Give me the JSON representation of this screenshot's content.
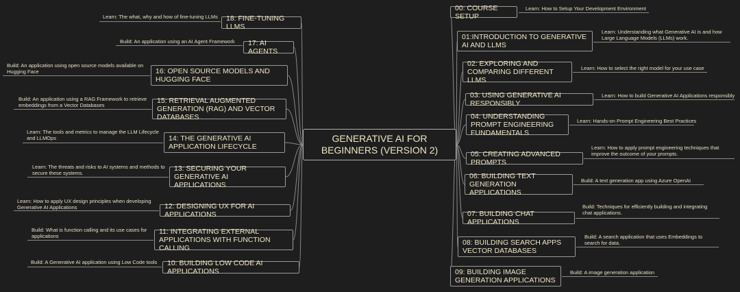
{
  "central_topic": "GENERATIVE AI FOR BEGINNERS (VERSION 2)",
  "colors": {
    "background": "#1e1e1e",
    "text": "#efe7c6",
    "border": "#9a9a9a",
    "line": "#8a8a8a"
  },
  "lessons": [
    {
      "id": "l00",
      "label": "00:  COURSE SETUP",
      "note": "Learn: How to Setup Your Development Environment"
    },
    {
      "id": "l01",
      "label": "01:INTRODUCTION TO GENERATIVE AI AND LLMS",
      "note": "Learn: Understanding what Generative AI is and how Large Language Models (LLMs) work."
    },
    {
      "id": "l02",
      "label": "02:  EXPLORING AND COMPARING DIFFERENT LLMS",
      "note": "Learn: How to select the right model for your use case"
    },
    {
      "id": "l03",
      "label": "03:   USING GENERATIVE AI RESPONSIBLY",
      "note": "Learn: How to build Generative AI Applications responsibly"
    },
    {
      "id": "l04",
      "label": "04:  UNDERSTANDING PROMPT ENGINEERING FUNDAMENTALS",
      "note": "Learn: Hands-on Prompt Engineering Best Practices"
    },
    {
      "id": "l05",
      "label": "05:  CREATING ADVANCED PROMPTS",
      "note": "Learn: How to apply prompt engineering techniques that improve the outcome of your prompts."
    },
    {
      "id": "l06",
      "label": "06:  BUILDING TEXT GENERATION APPLICATIONS",
      "note": "Build: A text generation app using Azure OpenAI"
    },
    {
      "id": "l07",
      "label": "07:  BUILDING CHAT APPLICATIONS",
      "note": "Build: Techniques for efficiently building and integrating chat applications."
    },
    {
      "id": "l08",
      "label": "08:  BUILDING SEARCH APPS VECTOR DATABASES",
      "note": "Build: A search application that uses Embeddings to search for data."
    },
    {
      "id": "l09",
      "label": "09:  BUILDING IMAGE GENERATION APPLICATIONS",
      "note": "Build: A image generation application"
    },
    {
      "id": "l10",
      "label": "10:  BUILDING LOW CODE AI APPLICATIONS",
      "note": "Build: A Generative AI application using Low Code tools"
    },
    {
      "id": "l11",
      "label": "11:  INTEGRATING EXTERNAL APPLICATIONS WITH FUNCTION CALLING",
      "note": "Build: What is function calling and its use cases for applications"
    },
    {
      "id": "l12",
      "label": "12:  DESIGNING UX FOR AI APPLICATIONS",
      "note": "Learn: How to apply UX design principles when developing Generative AI Applications"
    },
    {
      "id": "l13",
      "label": "13:  SECURING YOUR GENERATIVE AI APPLICATIONS",
      "note": "Learn: The threats and risks to AI systems and methods to secure these systems."
    },
    {
      "id": "l14",
      "label": "14:  THE GENERATIVE AI APPLICATION LIFECYCLE",
      "note": "Learn: The tools and metrics to manage the LLM Lifecycle and LLMOps"
    },
    {
      "id": "l15",
      "label": "15:  RETRIEVAL AUGMENTED GENERATION (RAG) AND VECTOR DATABASES",
      "note": "Build: An application using a RAG Framework to retrieve embeddings from a Vector Databases"
    },
    {
      "id": "l16",
      "label": "16:  OPEN SOURCE MODELS AND HUGGING FACE",
      "note": "Build: An application using open source models available on Hugging Face"
    },
    {
      "id": "l17",
      "label": "17:  AI AGENTS",
      "note": "Build: An application using an AI Agent Framework"
    },
    {
      "id": "l18",
      "label": "18:  FINE-TUNING LLMS",
      "note": "Learn: The what, why and how of fine-tuning LLMs"
    }
  ]
}
